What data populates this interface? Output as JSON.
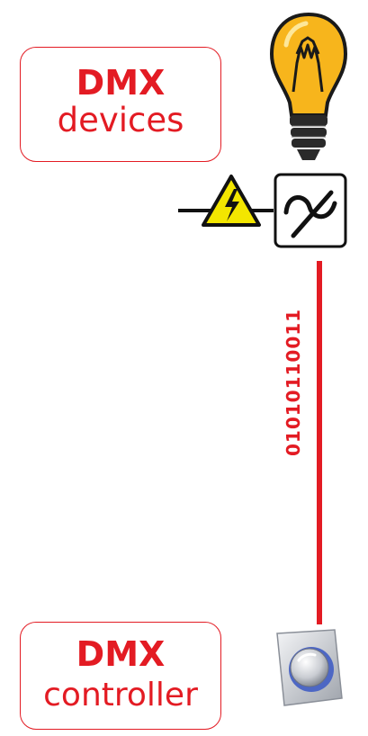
{
  "devices_label": {
    "title": "DMX",
    "subtitle": "devices"
  },
  "controller_label": {
    "title": "DMX",
    "subtitle": "controller"
  },
  "signal_bits": "01010110011",
  "colors": {
    "accent": "#e31b23",
    "bulb": "#f6b21a",
    "warning": "#f3e600"
  },
  "icons": {
    "bulb": "light-bulb-icon",
    "warning": "high-voltage-warning-icon",
    "dimmer": "dimmer-module-icon",
    "knob": "control-knob-icon"
  }
}
